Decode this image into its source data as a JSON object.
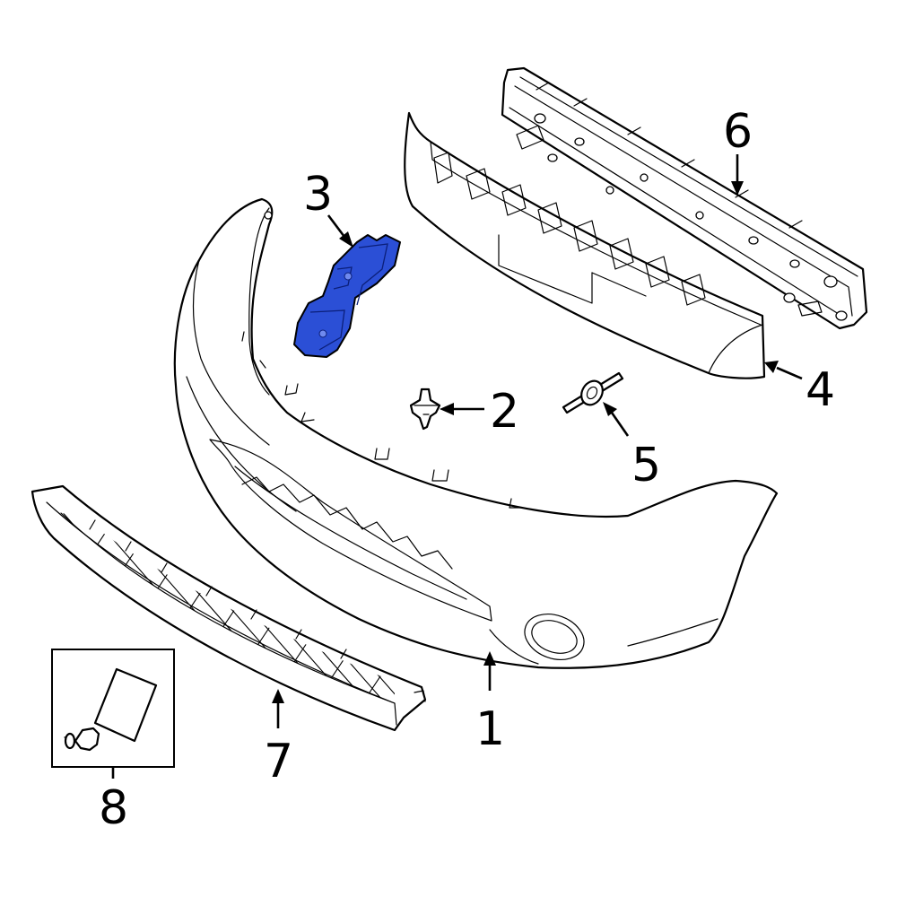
{
  "diagram": {
    "highlight_color": "#2b4fd6",
    "line_color": "#000000",
    "background_color": "#ffffff",
    "callouts": [
      {
        "id": "1",
        "label": "1"
      },
      {
        "id": "2",
        "label": "2"
      },
      {
        "id": "3",
        "label": "3"
      },
      {
        "id": "4",
        "label": "4"
      },
      {
        "id": "5",
        "label": "5"
      },
      {
        "id": "6",
        "label": "6"
      },
      {
        "id": "7",
        "label": "7"
      },
      {
        "id": "8",
        "label": "8"
      }
    ]
  }
}
